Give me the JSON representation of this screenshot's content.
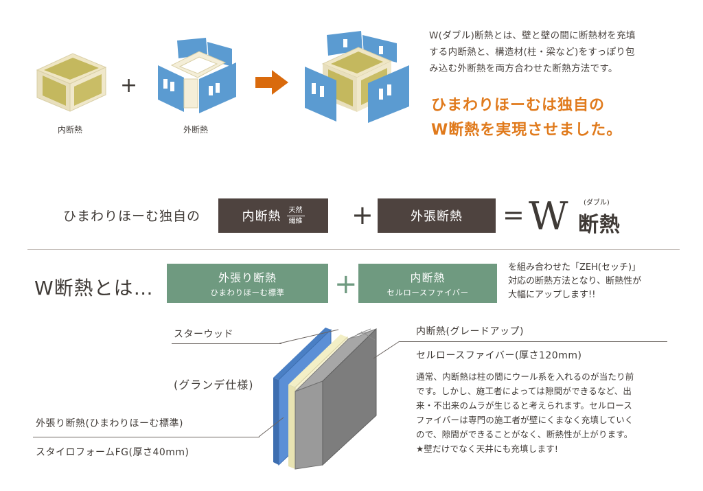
{
  "top": {
    "inner_label": "内断熱",
    "outer_label": "外断熱",
    "plus": "+",
    "intro_lines": [
      "W(ダブル)断熱とは、壁と壁の間に断熱材を充填",
      "する内断熱と、構造材(柱・梁など)をすっぽり包",
      "み込む外断熱を両方合わせた断熱方法です。"
    ],
    "headline_lines": [
      "ひまわりほーむは独自の",
      "W断熱を実現させました。"
    ]
  },
  "equation": {
    "lead": "ひまわりほーむ独自の",
    "box1_main": "内断熱",
    "box1_frac_top": "天然",
    "box1_frac_bottom": "繊維",
    "plus": "+",
    "box2": "外張断熱",
    "equals": "=",
    "w_letter": "W",
    "w_ruby": "(ダブル)",
    "w_kanji": "断熱"
  },
  "what": {
    "title": "W断熱とは…",
    "green1_main": "外張り断熱",
    "green1_sub": "ひまわりほーむ標準",
    "plus": "+",
    "green2_main": "内断熱",
    "green2_sub": "セルロースファイバー",
    "aside_lines": [
      "を組み合わせた「ZEH(セッチ)」",
      "対応の断熱方法となり、断熱性が",
      "大幅にアップします!!"
    ]
  },
  "detail": {
    "starwood": "スターウッド",
    "grande": "(グランデ仕様)",
    "outer_title": "外張り断熱(ひまわりほーむ標準)",
    "outer_material": "スタイロフォームFG(厚さ40mm)",
    "inner_title": "内断熱(グレードアップ)",
    "inner_material": "セルロースファイバー(厚さ120mm)",
    "desc_lines": [
      "通常、内断熱は柱の間にウール系を入れるのが当たり前",
      "です。しかし、施工者によっては隙間ができるなど、出",
      "来・不出来のムラが生じると考えられます。セルロース",
      "ファイバーは専門の施工者が壁にくまなく充填していく",
      "ので、隙間ができることがなく、断熱性が上がります。",
      "★壁だけでなく天井にも充填します!"
    ]
  },
  "colors": {
    "accent_orange": "#e07a1c",
    "dark_box": "#4e433f",
    "green_box": "#6f9a80",
    "wall_blue": "#5b9bd1",
    "insulation_olive": "#c4b85e",
    "panel_gray": "#8c8c8c"
  }
}
